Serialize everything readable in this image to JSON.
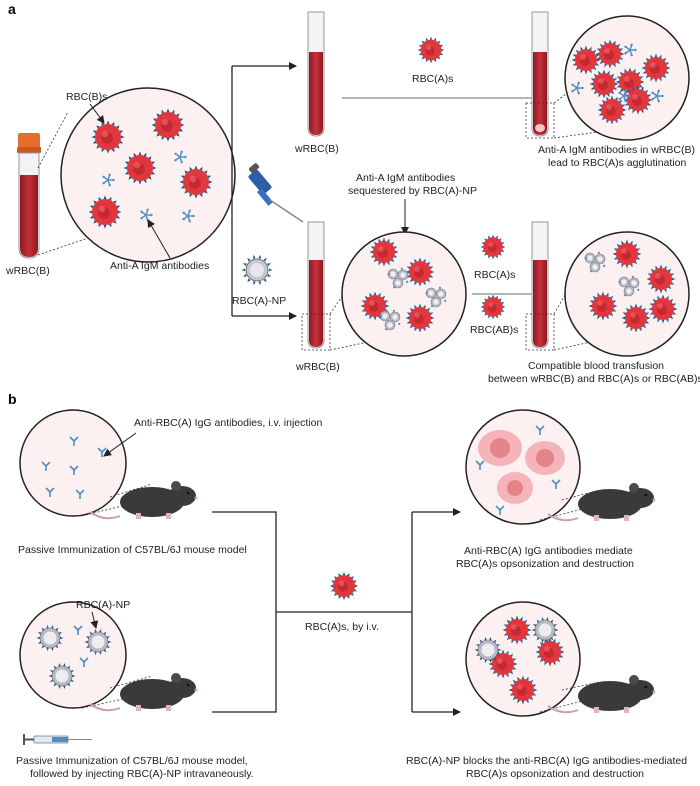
{
  "panel_a": {
    "letter": "a",
    "tube_left_label": "wRBC(B)",
    "zoom_rbcb_label": "RBC(B)s",
    "zoom_antibody_label": "Anti-A IgM antibodies",
    "top_tube_label": "wRBC(B)",
    "top_arrow_label": "RBC(A)s",
    "top_result_line1": "Anti-A IgM antibodies in wRBC(B)",
    "top_result_line2": "lead to RBC(A)s agglutination",
    "np_label": "RBC(A)-NP",
    "sequester_line1": "Anti-A IgM antibodies",
    "sequester_line2": "sequestered by RBC(A)-NP",
    "bottom_tube_label": "wRBC(B)",
    "arrow_label_1": "RBC(A)s",
    "arrow_label_2": "RBC(AB)s",
    "bottom_result_line1": "Compatible blood transfusion",
    "bottom_result_line2": "between wRBC(B) and RBC(A)s or RBC(AB)s"
  },
  "panel_b": {
    "letter": "b",
    "injection_label": "Anti-RBC(A) IgG antibodies, i.v. injection",
    "model_top_caption": "Passive Immunization of C57BL/6J mouse model",
    "np_label": "RBC(A)-NP",
    "model_bottom_line1": "Passive Immunization of C57BL/6J mouse model,",
    "model_bottom_line2": "followed by injecting RBC(A)-NP intravaneously.",
    "center_label": "RBC(A)s, by i.v.",
    "result_top_line1": "Anti-RBC(A) IgG antibodies mediate",
    "result_top_line2": "RBC(A)s opsonization and destruction",
    "result_bottom_line1": "RBC(A)-NP blocks the anti-RBC(A) IgG antibodies-mediated",
    "result_bottom_line2": "RBC(A)s opsonization and destruction"
  },
  "colors": {
    "blood": "#b0232b",
    "rbc": "#e0363d",
    "rbc_spike": "#1e5f8a",
    "circle_fill": "#fdf0f0",
    "antibody": "#4a90c2",
    "np_shell": "#b9b9c4",
    "mouse": "#3a3a3a",
    "cap": "#e46f2c"
  }
}
